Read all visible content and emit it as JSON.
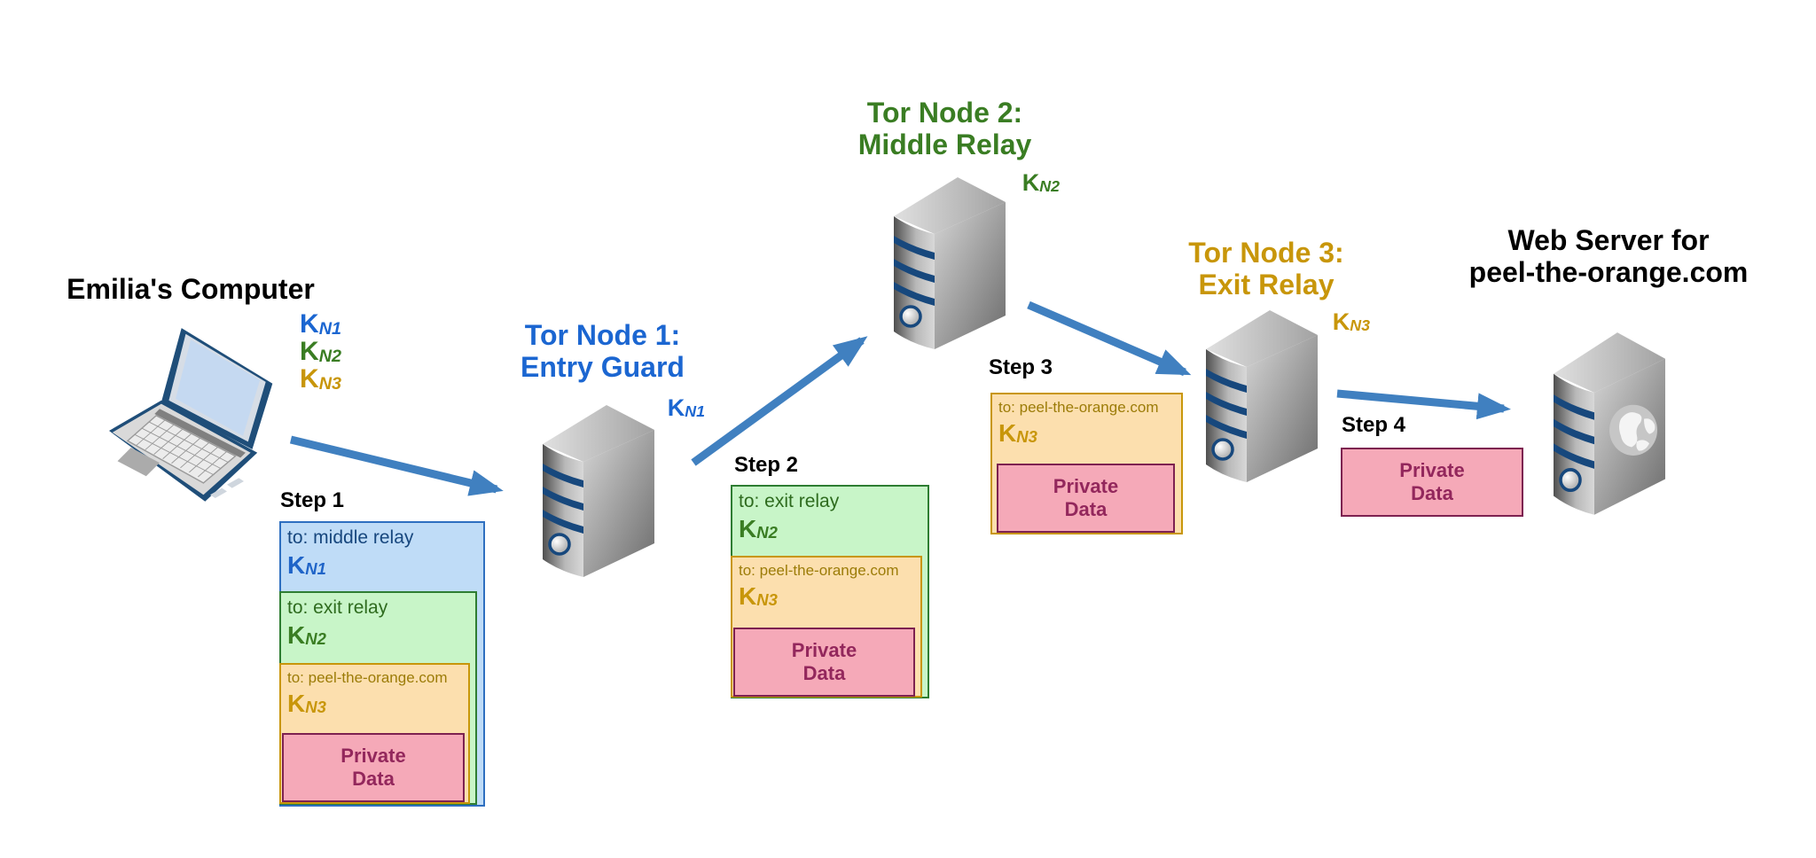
{
  "diagram": {
    "description": "Tor onion routing diagram",
    "background": "#ffffff"
  },
  "colors": {
    "arrow_blue": "#4080c0",
    "node1_blue": "#1b66d1",
    "node2_green": "#3a7d23",
    "node3_gold": "#c8960a",
    "private_magenta": "#93275c",
    "layer_blue_bg": "#bfdcf7",
    "layer_blue_border": "#2e6fc0",
    "layer_green_bg": "#c8f5c8",
    "layer_green_border": "#2e7d32",
    "layer_orange_bg": "#fcdfae",
    "layer_orange_border": "#c8960a",
    "layer_pink_bg": "#f5a9b8",
    "layer_pink_border": "#7d2150",
    "server_stripe_navy": "#17487d"
  },
  "client": {
    "title": "Emilia's Computer",
    "keys": [
      {
        "base": "K",
        "sub": "N1"
      },
      {
        "base": "K",
        "sub": "N2"
      },
      {
        "base": "K",
        "sub": "N3"
      }
    ]
  },
  "nodes": [
    {
      "title1": "Tor Node 1:",
      "title2": "Entry Guard",
      "key_base": "K",
      "key_sub": "N1"
    },
    {
      "title1": "Tor Node 2:",
      "title2": "Middle Relay",
      "key_base": "K",
      "key_sub": "N2"
    },
    {
      "title1": "Tor Node 3:",
      "title2": "Exit Relay",
      "key_base": "K",
      "key_sub": "N3"
    }
  ],
  "webserver": {
    "title1": "Web Server for",
    "title2": "peel-the-orange.com"
  },
  "steps": [
    {
      "label": "Step 1",
      "blue_to": "to: middle relay",
      "blue_key": "K",
      "blue_sub": "N1",
      "green_to": "to: exit relay",
      "green_key": "K",
      "green_sub": "N2",
      "orange_to": "to: peel-the-orange.com",
      "orange_key": "K",
      "orange_sub": "N3",
      "private1": "Private",
      "private2": "Data"
    },
    {
      "label": "Step 2",
      "green_to": "to: exit relay",
      "green_key": "K",
      "green_sub": "N2",
      "orange_to": "to: peel-the-orange.com",
      "orange_key": "K",
      "orange_sub": "N3",
      "private1": "Private",
      "private2": "Data"
    },
    {
      "label": "Step 3",
      "orange_to": "to: peel-the-orange.com",
      "orange_key": "K",
      "orange_sub": "N3",
      "private1": "Private",
      "private2": "Data"
    },
    {
      "label": "Step 4",
      "private1": "Private",
      "private2": "Data"
    }
  ]
}
